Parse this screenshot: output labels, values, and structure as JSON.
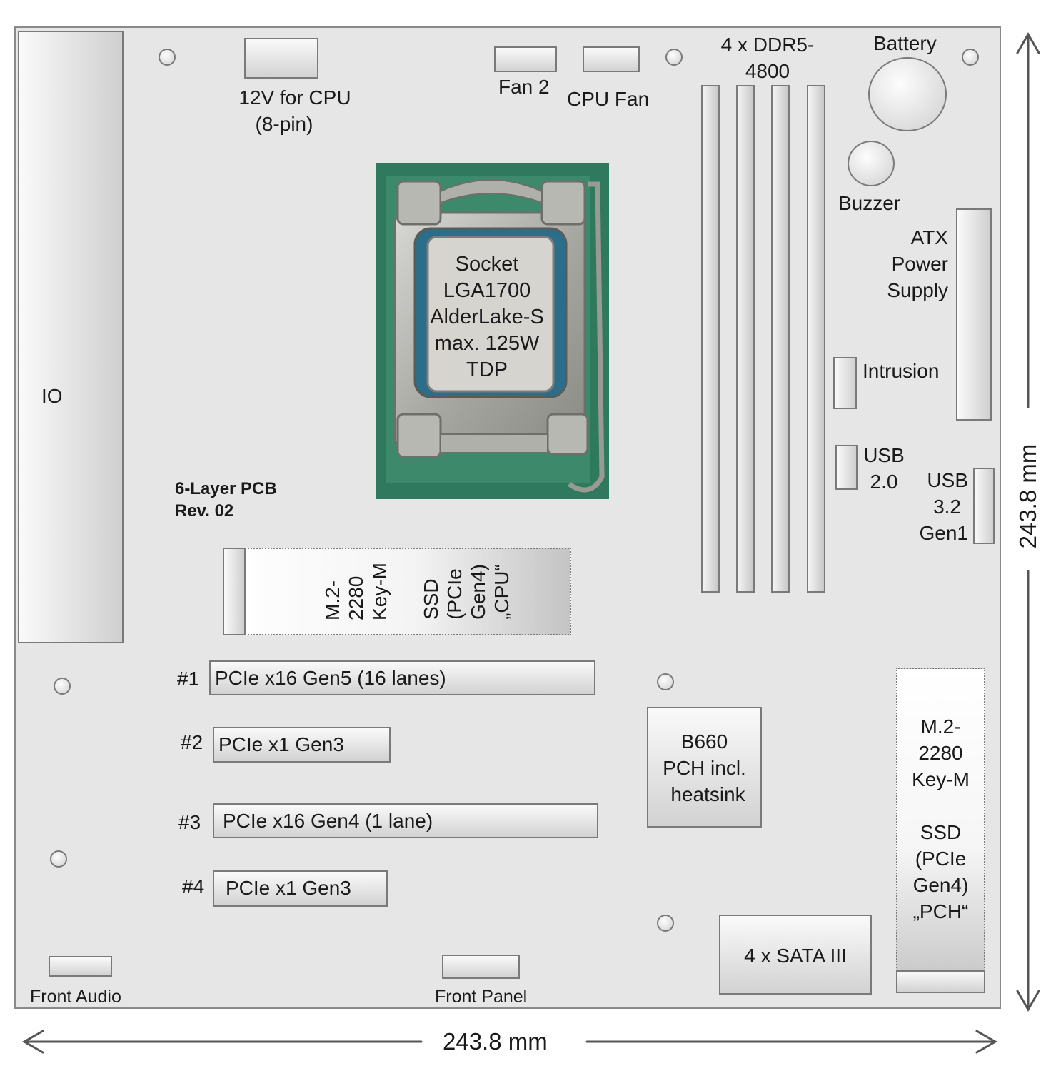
{
  "board": {
    "io": "IO",
    "pcb_line1": "6-Layer PCB",
    "pcb_line2": "Rev. 02",
    "cpu_power_line1": "12V for CPU",
    "cpu_power_line2": "(8-pin)",
    "fan2": "Fan 2",
    "cpu_fan": "CPU Fan",
    "ram_line1": "4 x DDR5-",
    "ram_line2": "4800",
    "battery": "Battery",
    "buzzer": "Buzzer",
    "atx_line1": "ATX",
    "atx_line2": "Power",
    "atx_line3": "Supply",
    "intrusion": "Intrusion",
    "usb2_line1": "USB",
    "usb2_line2": "2.0",
    "usb3_line1": "USB",
    "usb3_line2": "3.2",
    "usb3_line3": "Gen1",
    "socket_lines": [
      "Socket",
      "LGA1700",
      "AlderLake-S",
      "max. 125W",
      "TDP"
    ],
    "m2_cpu_col1": [
      "M.2-",
      "2280",
      "Key-M"
    ],
    "m2_cpu_col2": [
      "SSD",
      "(PCIe",
      "Gen4)",
      "„CPU“"
    ],
    "pch_lines": [
      "B660",
      "PCH incl.",
      "heatsink"
    ],
    "m2_pch_lines": [
      "M.2-",
      "2280",
      "Key-M",
      "",
      "SSD",
      "(PCIe",
      "Gen4)",
      "„PCH“"
    ],
    "sata": "4 x SATA III",
    "front_audio": "Front Audio",
    "front_panel": "Front Panel",
    "slots": [
      {
        "num": "#1",
        "label": "PCIe x16 Gen5 (16 lanes)"
      },
      {
        "num": "#2",
        "label": "PCIe x1 Gen3"
      },
      {
        "num": "#3",
        "label": "PCIe x16 Gen4 (1 lane)"
      },
      {
        "num": "#4",
        "label": "PCIe x1  Gen3"
      }
    ],
    "dim_width": "243.8 mm",
    "dim_height": "243.8 mm"
  },
  "colors": {
    "board": "#e6e6e6",
    "border": "#7a7a7a",
    "socket_pcb": "#2f7a5e"
  }
}
